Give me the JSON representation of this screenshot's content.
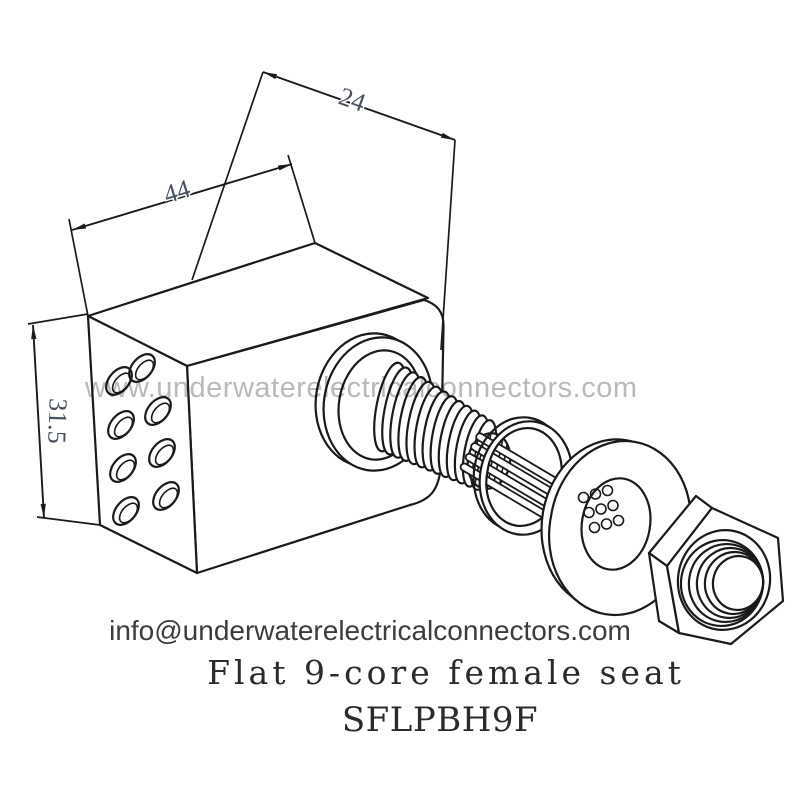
{
  "colors": {
    "background": "#ffffff",
    "line": "#1a1a1a",
    "dimension_text": "#49515e",
    "watermark": "#bababa",
    "body_text": "#3c3c3c",
    "title_text": "#2b2b2b"
  },
  "watermark": {
    "text": "www.underwaterelectricalconnectors.com"
  },
  "dimensions": {
    "top_depth": "24",
    "top_width": "44",
    "side_height": "31.5"
  },
  "footer": {
    "email": "info@underwaterelectricalconnectors.com",
    "title": "Flat 9-core female seat",
    "model": "SFLPBH9F"
  }
}
